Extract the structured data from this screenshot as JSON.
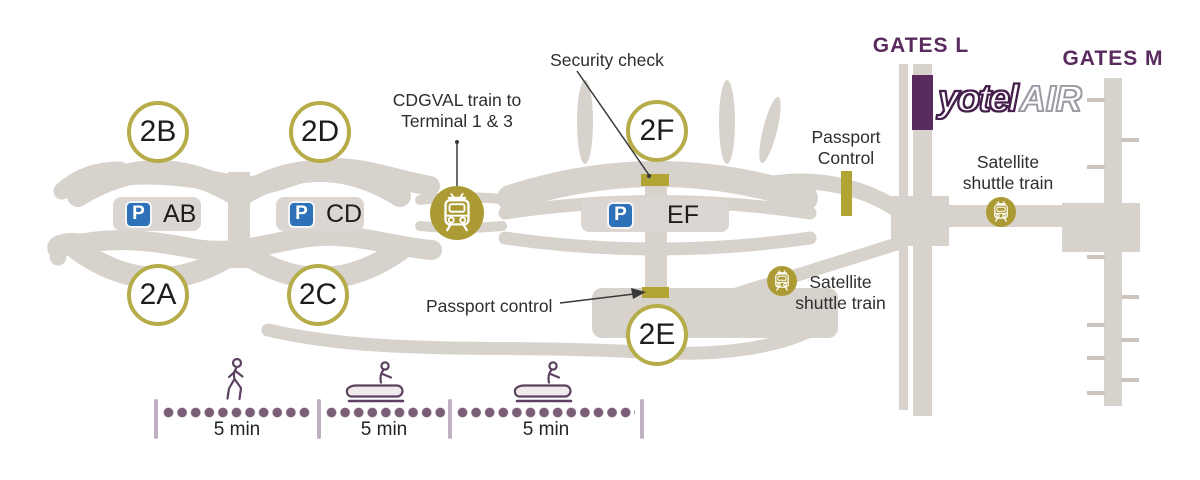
{
  "terminals": [
    {
      "id": "2B"
    },
    {
      "id": "2D"
    },
    {
      "id": "2F"
    },
    {
      "id": "2A"
    },
    {
      "id": "2C"
    },
    {
      "id": "2E"
    }
  ],
  "parking": {
    "badge": "P",
    "lots": [
      {
        "code": "AB"
      },
      {
        "code": "CD"
      },
      {
        "code": "EF"
      }
    ]
  },
  "labels": {
    "security_check": "Security check",
    "cdgval": "CDGVAL train to\nTerminal 1 & 3",
    "passport_control_gates": "Passport\nControl",
    "passport_control_2e": "Passport control",
    "satellite_shuttle_2e": "Satellite\nshuttle train",
    "satellite_shuttle_gates": "Satellite\nshuttle train",
    "gates_l": "GATES L",
    "gates_m": "GATES M"
  },
  "logo": {
    "yotel": "yotel",
    "air": "AIR"
  },
  "legend": {
    "segments": [
      {
        "mode": "walk",
        "duration": "5 min"
      },
      {
        "mode": "moving-walkway",
        "duration": "5 min"
      },
      {
        "mode": "moving-walkway",
        "duration": "5 min"
      }
    ]
  },
  "icons": [
    "cdgval-train-icon",
    "satellite-shuttle-train-icon",
    "walking-person-icon",
    "moving-walkway-icon",
    "parking-icon"
  ],
  "colors": {
    "building_gray": "#d8d2cc",
    "sign_gray": "#dcd6d2",
    "gold": "#b2a335",
    "circle_ring": "#b6ad4a",
    "purple": "#5a2b5e",
    "logo_gray": "#9b9ba3",
    "dot_purple": "#7c5d78",
    "tick_lilac": "#c0aec2",
    "parking_blue": "#2d72b8"
  }
}
